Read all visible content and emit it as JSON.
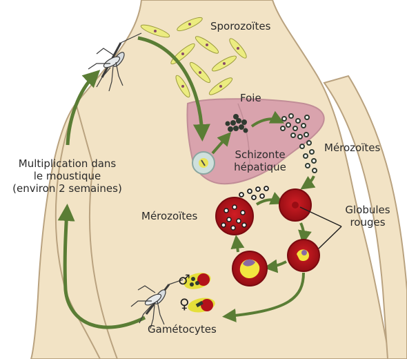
{
  "labels": {
    "sporozoites": "Sporozoïtes",
    "foie": "Foie",
    "schizonte_line1": "Schizonte",
    "schizonte_line2": "hépatique",
    "merozoites_right": "Mérozoïtes",
    "merozoites_left": "Mérozoïtes",
    "multiplication_line1": "Multiplication dans",
    "multiplication_line2": "le moustique",
    "multiplication_line3": "(environ 2 semaines)",
    "globules_line1": "Globules",
    "globules_line2": "rouges",
    "gametocytes": "Gamétocytes",
    "male_symbol": "♂",
    "female_symbol": "♀"
  },
  "colors": {
    "background": "#ffffff",
    "body": "#f2e3c5",
    "body_outline": "#b9a27f",
    "liver": "#d9a3ad",
    "arrow": "#5a7d35",
    "sporozoite": "#ecec80",
    "red_cell": "#b3121a",
    "red_cell_dark": "#7a0a10",
    "parasite_yellow": "#f2e640",
    "parasite_purple": "#8a6aa3",
    "merozoite": "#2f3a30"
  },
  "icons": {
    "mosquito_top": "mosquito-icon",
    "mosquito_bottom": "mosquito-icon"
  }
}
